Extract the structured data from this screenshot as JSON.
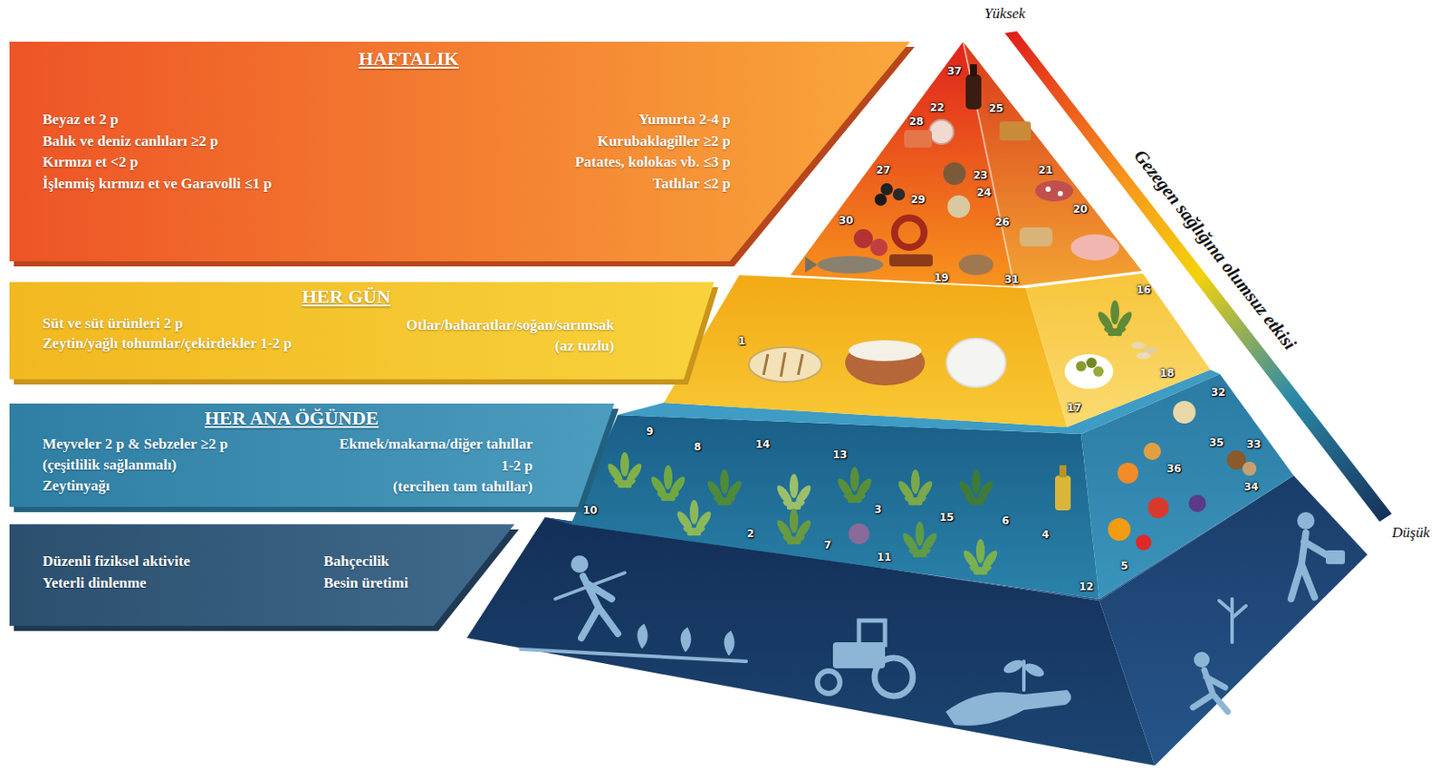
{
  "diagram": {
    "nodes": [
      {
        "text": [
          "HAFTALIK",
          "Beyaz et 2 p",
          "Balık ve deniz canlıları ≥2 p",
          "Kırmızı et <2 p",
          "İşlenmiş kırmızı et ve Garavolli ≤1 p",
          "Yumurta 2-4 p",
          "Kurubaklagiller ≥2 p",
          "Patates, kolokas vb. ≤3 p",
          "Tatlılar ≤2 p"
        ]
      },
      {
        "text": [
          "HER GÜN",
          "Süt ve süt ürünleri 2 p",
          "Zeytin/yağlı tohumlar/çekirdekler 1-2 p",
          "Otlar/baharatlar/soğan/sarımsak",
          "(az tuzlu)"
        ]
      },
      {
        "text": [
          "HER ANA ÖĞÜNDE",
          "Meyveler 2 p & Sebzeler ≥2 p",
          "(çeşitlilik sağlanmalı)",
          "Zeytinyağı",
          "Ekmek/makarna/diğer tahıllar",
          "1-2 p",
          "(tercihen tam tahıllar)"
        ]
      },
      {
        "text": [
          "Düzenli fiziksel aktivite",
          "Yeterli dinlenme",
          "Bahçecilik",
          "Besin üretimi"
        ]
      }
    ],
    "labels": [
      "Yüksek",
      "Gezegen sağlığına olumsuz etkisi",
      "Düşük",
      "37",
      "22",
      "25",
      "28",
      "27",
      "23",
      "21",
      "24",
      "29",
      "26",
      "20",
      "30",
      "19",
      "31",
      "16",
      "1",
      "18",
      "17",
      "9",
      "8",
      "14",
      "13",
      "32",
      "33",
      "35",
      "36",
      "34",
      "10",
      "3",
      "15",
      "6",
      "4",
      "2",
      "7",
      "11",
      "12",
      "5"
    ]
  }
}
